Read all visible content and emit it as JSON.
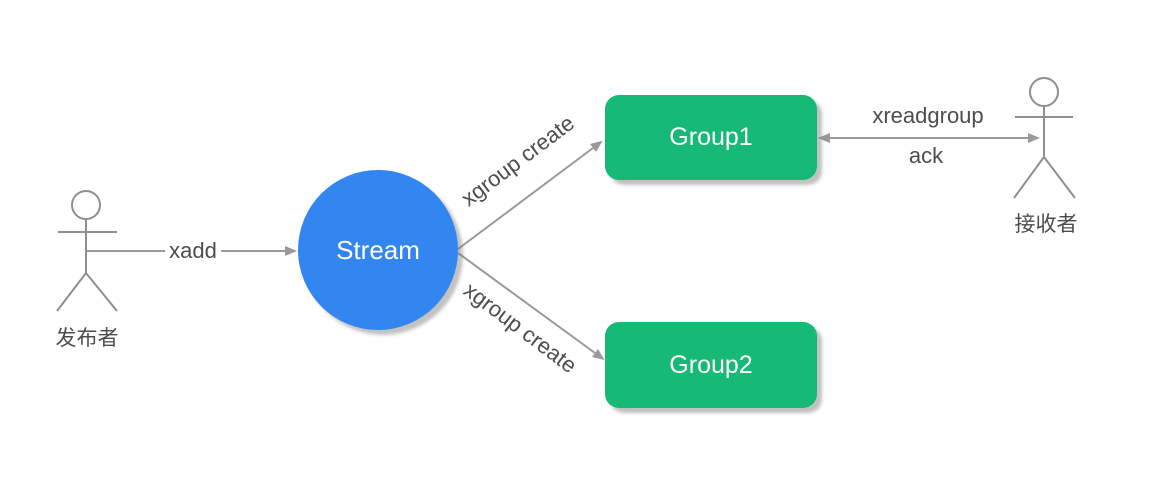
{
  "diagram": {
    "colors": {
      "stream_fill": "#3385f0",
      "group_fill": "#16b975",
      "arrow_line": "#999999",
      "actor_stroke": "#8f8f8f",
      "label_text": "#4d4d4d",
      "node_text": "#ffffff",
      "background": "#ffffff"
    },
    "actors": {
      "publisher": {
        "label": "发布者"
      },
      "receiver": {
        "label": "接收者"
      }
    },
    "nodes": {
      "stream": {
        "label": "Stream"
      },
      "group1": {
        "label": "Group1"
      },
      "group2": {
        "label": "Group2"
      }
    },
    "edges": {
      "xadd": {
        "label": "xadd"
      },
      "xgroup_create_top": {
        "label": "xgroup create"
      },
      "xgroup_create_bottom": {
        "label": "xgroup create"
      },
      "xreadgroup": {
        "label": "xreadgroup"
      },
      "ack": {
        "label": "ack"
      }
    }
  }
}
